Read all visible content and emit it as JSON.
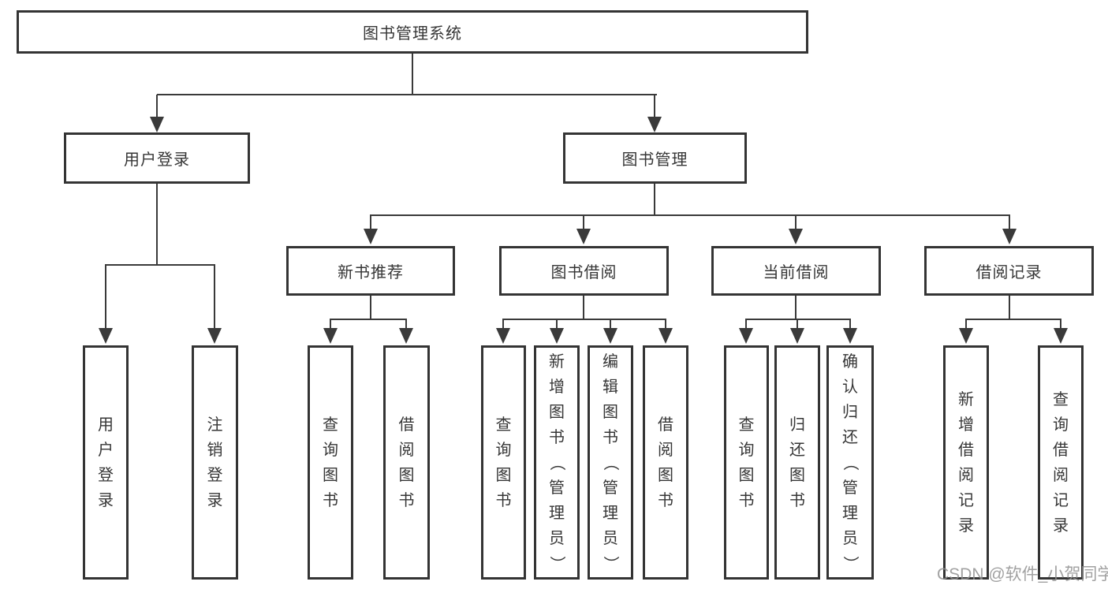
{
  "colors": {
    "line": "#3a3a3a",
    "box_border": "#343434",
    "text": "#363636",
    "watermark": "#909090",
    "background": "#ffffff"
  },
  "watermark": "CSDN @软件_小贺同学",
  "tree": {
    "label": "图书管理系统",
    "children": [
      {
        "label": "用户登录",
        "children": [
          {
            "label": "用户登录"
          },
          {
            "label": "注销登录"
          }
        ]
      },
      {
        "label": "图书管理",
        "children": [
          {
            "label": "新书推荐",
            "children": [
              {
                "label": "查询图书"
              },
              {
                "label": "借阅图书"
              }
            ]
          },
          {
            "label": "图书借阅",
            "children": [
              {
                "label": "查询图书"
              },
              {
                "label": "新增图书（管理员）"
              },
              {
                "label": "编辑图书（管理员）"
              },
              {
                "label": "借阅图书"
              }
            ]
          },
          {
            "label": "当前借阅",
            "children": [
              {
                "label": "查询图书"
              },
              {
                "label": "归还图书"
              },
              {
                "label": "确认归还（管理员）"
              }
            ]
          },
          {
            "label": "借阅记录",
            "children": [
              {
                "label": "新增借阅记录"
              },
              {
                "label": "查询借阅记录"
              }
            ]
          }
        ]
      }
    ]
  }
}
